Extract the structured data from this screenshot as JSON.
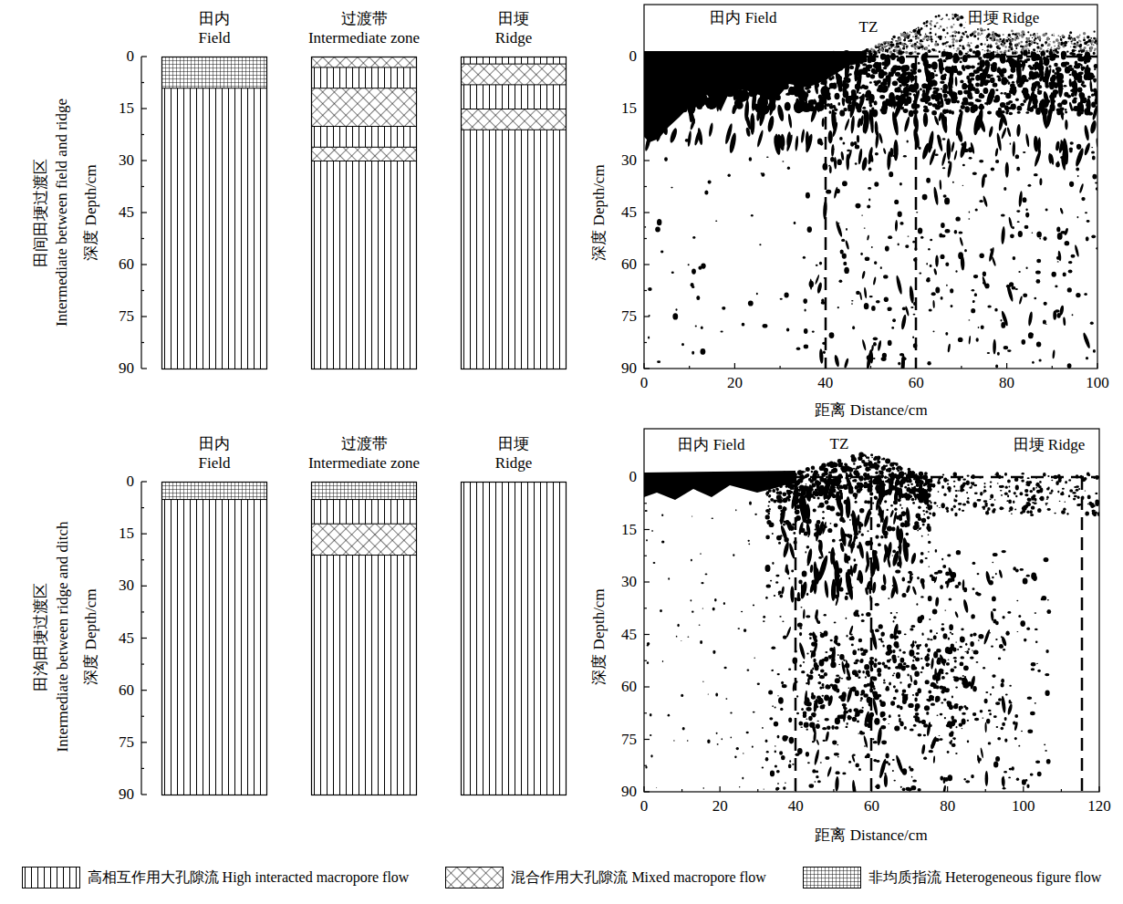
{
  "diagram": {
    "nodes": [
      {
        "text": [
          "田内",
          "Field"
        ]
      },
      {
        "text": [
          "过渡带",
          "Intermediate zone"
        ]
      },
      {
        "text": [
          "田埂",
          "Ridge"
        ]
      },
      {
        "text": [
          "田内",
          "Field"
        ]
      },
      {
        "text": [
          "过渡带",
          "Intermediate zone"
        ]
      },
      {
        "text": [
          "田埂",
          "Ridge"
        ]
      }
    ],
    "labels": [
      "0",
      "15",
      "30",
      "45",
      "60",
      "75",
      "90",
      "深度 Depth/cm",
      "田间田埂过渡区",
      "Intermediate between field and ridge",
      "田内 Field",
      "TZ",
      "田埂 Ridge",
      "0",
      "15",
      "30",
      "45",
      "60",
      "75",
      "90",
      "0",
      "20",
      "40",
      "60",
      "80",
      "100",
      "深度 Depth/cm",
      "距离 Distance/cm",
      "0",
      "15",
      "30",
      "45",
      "60",
      "75",
      "90",
      "深度 Depth/cm",
      "田沟田埂过渡区",
      "Intermediate between ridge and ditch",
      "田内 Field",
      "TZ",
      "田埂 Ridge",
      "0",
      "15",
      "30",
      "45",
      "60",
      "75",
      "90",
      "0",
      "20",
      "40",
      "60",
      "80",
      "100",
      "120",
      "深度 Depth/cm",
      "距离 Distance/cm"
    ],
    "legend": [
      {
        "text": "高相互作用大孔隙流 High interacted macropore flow"
      },
      {
        "text": "混合作用大孔隙流 Mixed macropore flow"
      },
      {
        "text": "非均质指流 Heterogeneous figure flow"
      }
    ]
  }
}
